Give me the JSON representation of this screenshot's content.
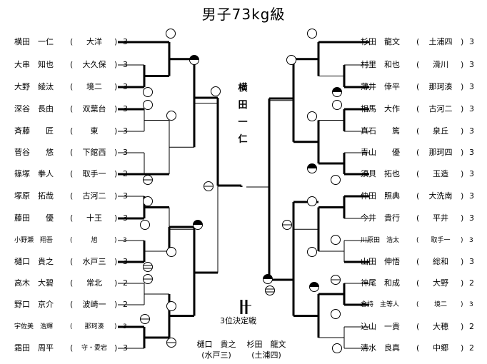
{
  "title": "男子73kg級",
  "champion": [
    "横",
    "田",
    "一",
    "仁"
  ],
  "left": [
    {
      "name": "横田　一仁",
      "school": "大洋",
      "score": "3"
    },
    {
      "name": "大串　知也",
      "school": "大久保",
      "score": "3"
    },
    {
      "name": "大野　綾汰",
      "school": "境二",
      "score": "3"
    },
    {
      "name": "深谷　長由",
      "school": "双葉台",
      "score": "3"
    },
    {
      "name": "斉藤　　匠",
      "school": "東",
      "score": "3"
    },
    {
      "name": "菅谷　　悠",
      "school": "下館西",
      "score": "3"
    },
    {
      "name": "篠塚　拳人",
      "school": "取手一",
      "score": "2"
    },
    {
      "name": "塚原　拓哉",
      "school": "古河二",
      "score": "3"
    },
    {
      "name": "藤田　　優",
      "school": "十王",
      "score": "3"
    },
    {
      "name": "小野瀬　翔吾",
      "school": "旭",
      "score": "3",
      "small": true
    },
    {
      "name": "樋口　貴之",
      "school": "水戸三",
      "score": "3"
    },
    {
      "name": "高木　大碧",
      "school": "常北",
      "score": "2"
    },
    {
      "name": "野口　京介",
      "school": "波崎一",
      "score": "2"
    },
    {
      "name": "宇佐美　浩輝",
      "school": "那珂湊",
      "score": "3",
      "small": true
    },
    {
      "name": "霜田　周平",
      "school": "守・愛宕",
      "score": "3",
      "smallSchool": true
    }
  ],
  "right": [
    {
      "name": "杉田　龍文",
      "school": "土浦四",
      "score": "3"
    },
    {
      "name": "村里　和也",
      "school": "滑川",
      "score": "3"
    },
    {
      "name": "薄井　倖平",
      "school": "那珂湊",
      "score": "3"
    },
    {
      "name": "相馬　大作",
      "school": "古河二",
      "score": "3"
    },
    {
      "name": "真石　　篤",
      "school": "泉丘",
      "score": "3"
    },
    {
      "name": "青山　　優",
      "school": "那珂四",
      "score": "3"
    },
    {
      "name": "須貝　拓也",
      "school": "玉造",
      "score": "3"
    },
    {
      "name": "仲田　照典",
      "school": "大洗南",
      "score": "3"
    },
    {
      "name": "今井　貴行",
      "school": "平井",
      "score": "3"
    },
    {
      "name": "川原田　浩太",
      "school": "取手一",
      "score": "3",
      "small": true
    },
    {
      "name": "山田　伸悟",
      "school": "総和",
      "score": "3"
    },
    {
      "name": "神尾　和成",
      "school": "大野",
      "score": "2"
    },
    {
      "name": "倉持　主等人",
      "school": "境二",
      "score": "3",
      "small": true
    },
    {
      "name": "込山　一貴",
      "school": "大穂",
      "score": "2"
    },
    {
      "name": "清水　良真",
      "school": "中郷",
      "score": "2"
    }
  ],
  "third_place": {
    "label": "3位決定戦",
    "left_name": "樋口　貴之",
    "left_school": "(水戸三)",
    "right_name": "杉田　龍文",
    "right_school": "(土浦四)"
  }
}
